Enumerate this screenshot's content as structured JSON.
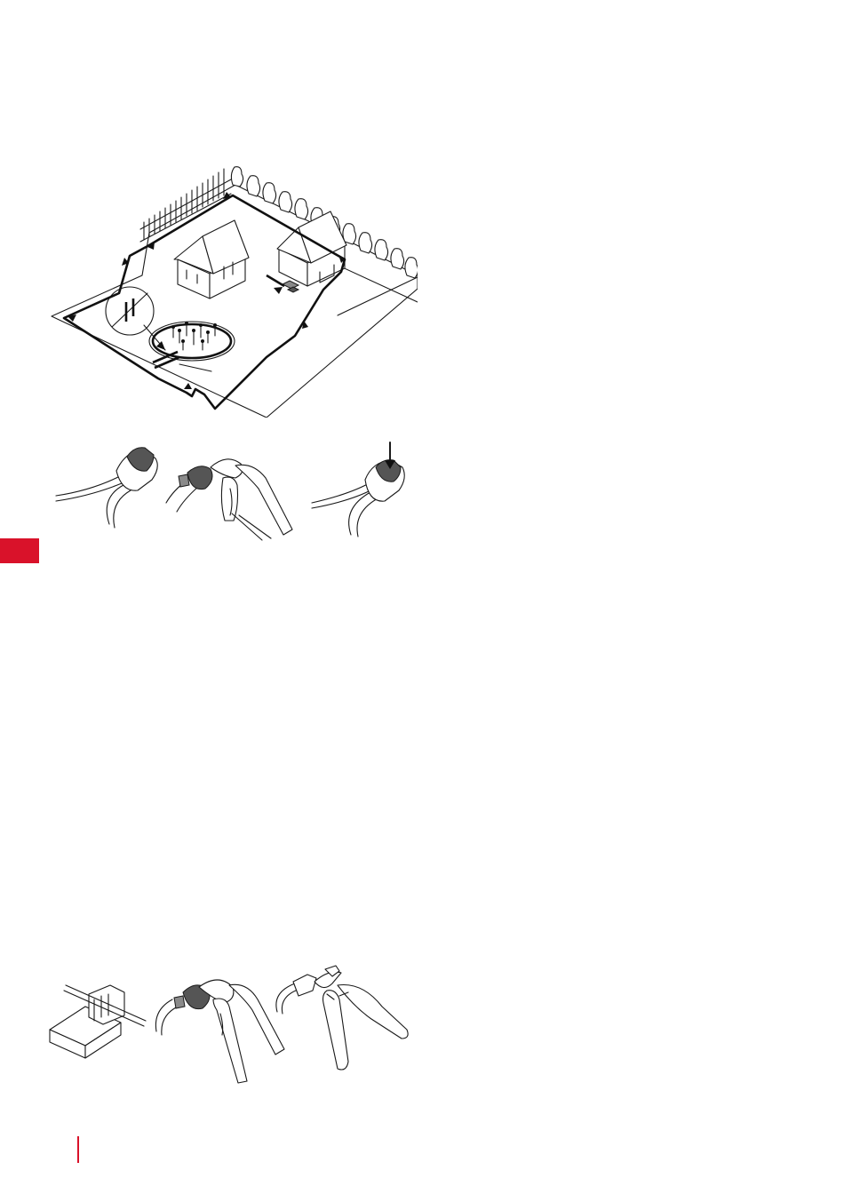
{
  "document": {
    "side_tab_color": "#d9122a",
    "page_rule_color": "#d9122a"
  },
  "figures": [
    {
      "name": "garden-boundary-wire-layout",
      "icon": "garden-isometric"
    },
    {
      "name": "wire-connector-sequence",
      "icon": "connector-pliers"
    },
    {
      "name": "wire-splice-tools",
      "icon": "splice-pliers-cutter"
    }
  ]
}
